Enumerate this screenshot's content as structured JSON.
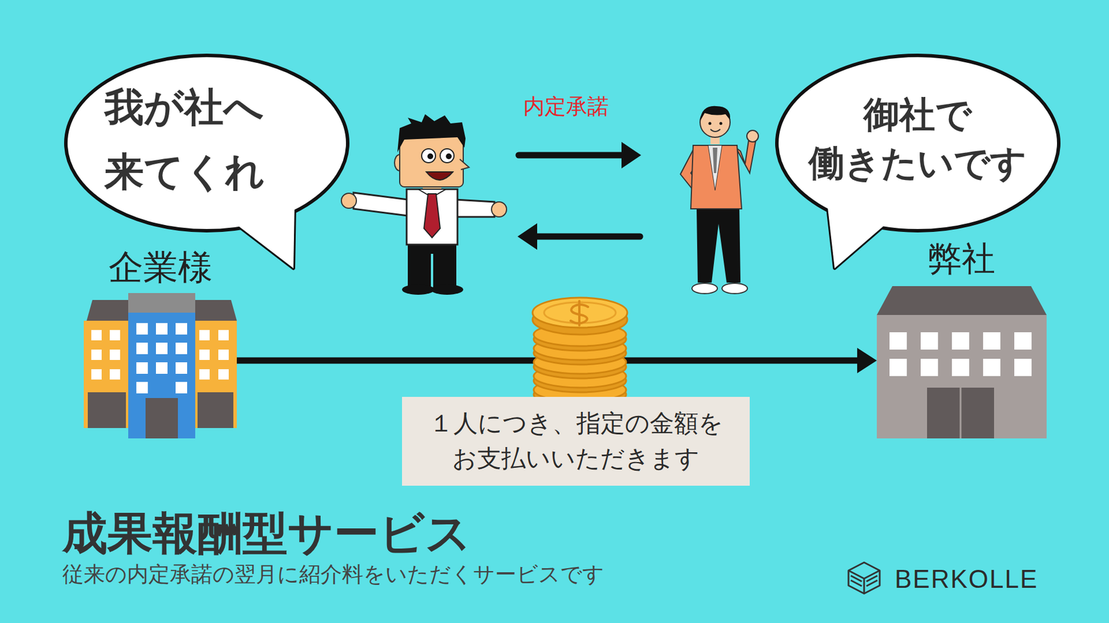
{
  "diagram": {
    "title": "成果報酬型サービス",
    "caption": "従来の内定承諾の翌月に紹介料をいただくサービスです",
    "nodes": [
      {
        "text": [
          "我が社へ 来てくれ"
        ]
      },
      {
        "text": [
          "御社で 働きたいです"
        ]
      },
      {
        "text": [
          "企業様"
        ]
      },
      {
        "text": [
          "弊社"
        ]
      },
      {
        "text": [
          "１人につき、指定の金額を お支払いいただきます"
        ]
      }
    ],
    "edges": [
      {
        "from": 2,
        "to": 3,
        "arrow": "to"
      }
    ],
    "labels": [
      "内定承諾",
      "BERKOLLE"
    ]
  }
}
